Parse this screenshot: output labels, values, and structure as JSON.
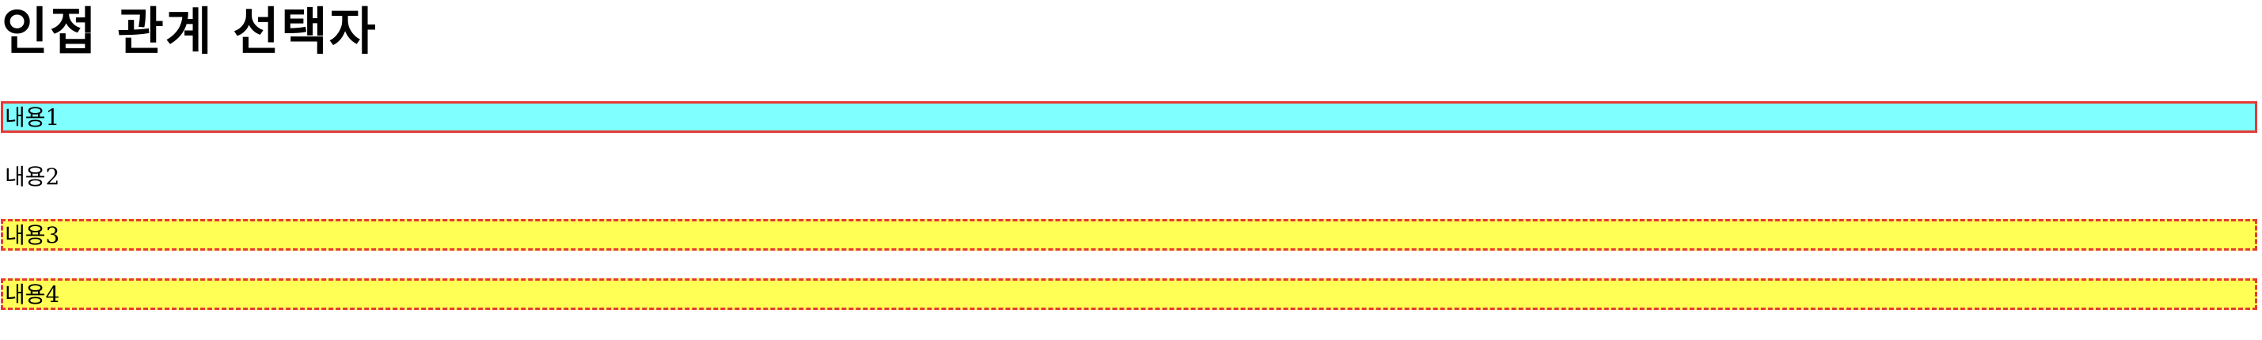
{
  "heading": "인접 관계 선택자",
  "paragraphs": [
    {
      "text": "내용1",
      "background": "#7fffff",
      "border_color": "#e53935",
      "border_style": "solid"
    },
    {
      "text": "내용2",
      "background": "#ffffff",
      "border_color": "",
      "border_style": "none"
    },
    {
      "text": "내용3",
      "background": "#ffff55",
      "border_color": "#e53935",
      "border_style": "dashed"
    },
    {
      "text": "내용4",
      "background": "#ffff55",
      "border_color": "#e53935",
      "border_style": "dashed"
    }
  ]
}
